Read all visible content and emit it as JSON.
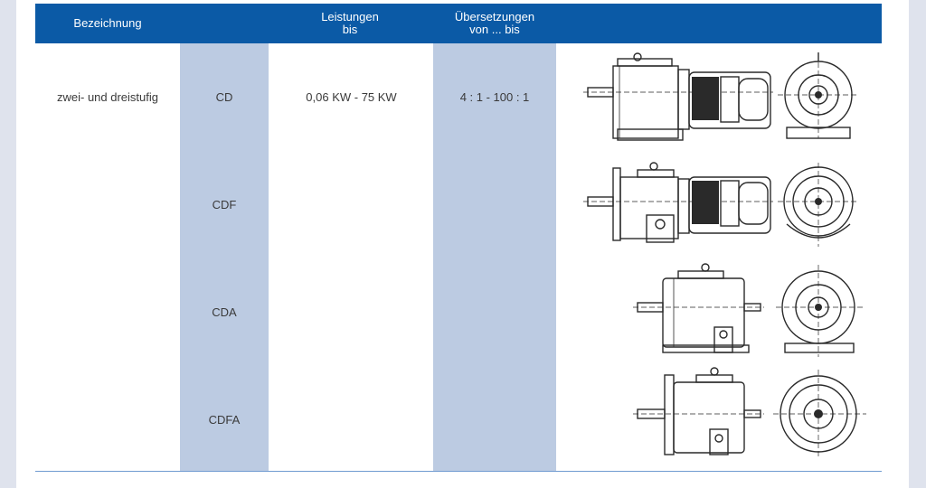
{
  "table": {
    "headers": {
      "bezeichnung": "Bezeichnung",
      "leistungen_line1": "Leistungen",
      "leistungen_line2": "bis",
      "uebersetzungen_line1": "Übersetzungen",
      "uebersetzungen_line2": "von ... bis"
    },
    "designation": "zwei- und dreistufig",
    "power": "0,06 KW - 75 KW",
    "ratio": "4 : 1 - 100 : 1",
    "types": [
      "CD",
      "CDF",
      "CDA",
      "CDFA"
    ]
  },
  "drawings": [
    {
      "type": "CD",
      "icon": "gear-motor-foot-mounted-icon"
    },
    {
      "type": "CDF",
      "icon": "gear-motor-flange-mounted-icon"
    },
    {
      "type": "CDA",
      "icon": "gear-reducer-foot-mounted-icon"
    },
    {
      "type": "CDFA",
      "icon": "gear-reducer-flange-mounted-icon"
    }
  ],
  "colors": {
    "header": "#0b5aa6",
    "column_highlight": "#bccbe2",
    "page_background": "#dfe3ed"
  }
}
